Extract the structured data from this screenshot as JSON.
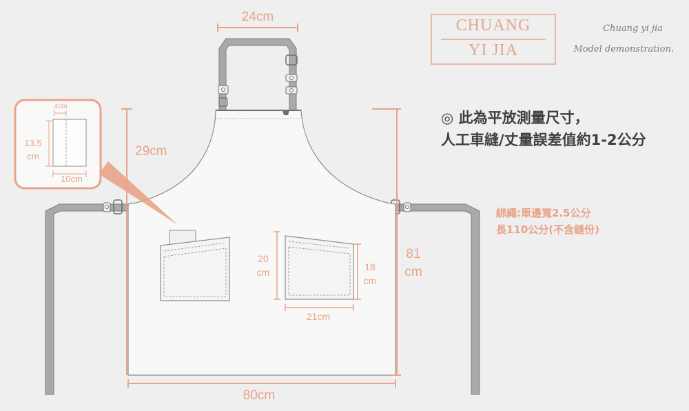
{
  "dimensions": {
    "neck_strap": "24cm",
    "bib_height": "29cm",
    "width": "80cm",
    "length_value": "81",
    "length_unit": "cm",
    "left_pocket_height_value": "20",
    "left_pocket_height_unit": "cm",
    "right_pocket_height_value": "18",
    "right_pocket_height_unit": "cm",
    "pocket_width": "21cm"
  },
  "inset": {
    "top_width": "4cm",
    "height_value": "13.5",
    "height_unit": "cm",
    "bottom_width": "10cm"
  },
  "logo": {
    "line1": "CHUANG",
    "line2": "YI JIA"
  },
  "tagline": {
    "line1": "Chuang yi jia",
    "line2": "Model demonstration."
  },
  "notes": {
    "measure_line1": "◎ 此為平放測量尺寸，",
    "measure_line2": "人工車縫/丈量誤差值約1-2公分",
    "strap_line1": "綁繩:單邊寬2.5公分",
    "strap_line2": "長110公分(不含縫份)"
  },
  "colors": {
    "accent": "#e8a488",
    "apron": "#f8f8f8",
    "strap": "#a9a9a9",
    "outline": "#8e8e8e",
    "background": "#efeff0",
    "text": "#3f3f3f"
  }
}
